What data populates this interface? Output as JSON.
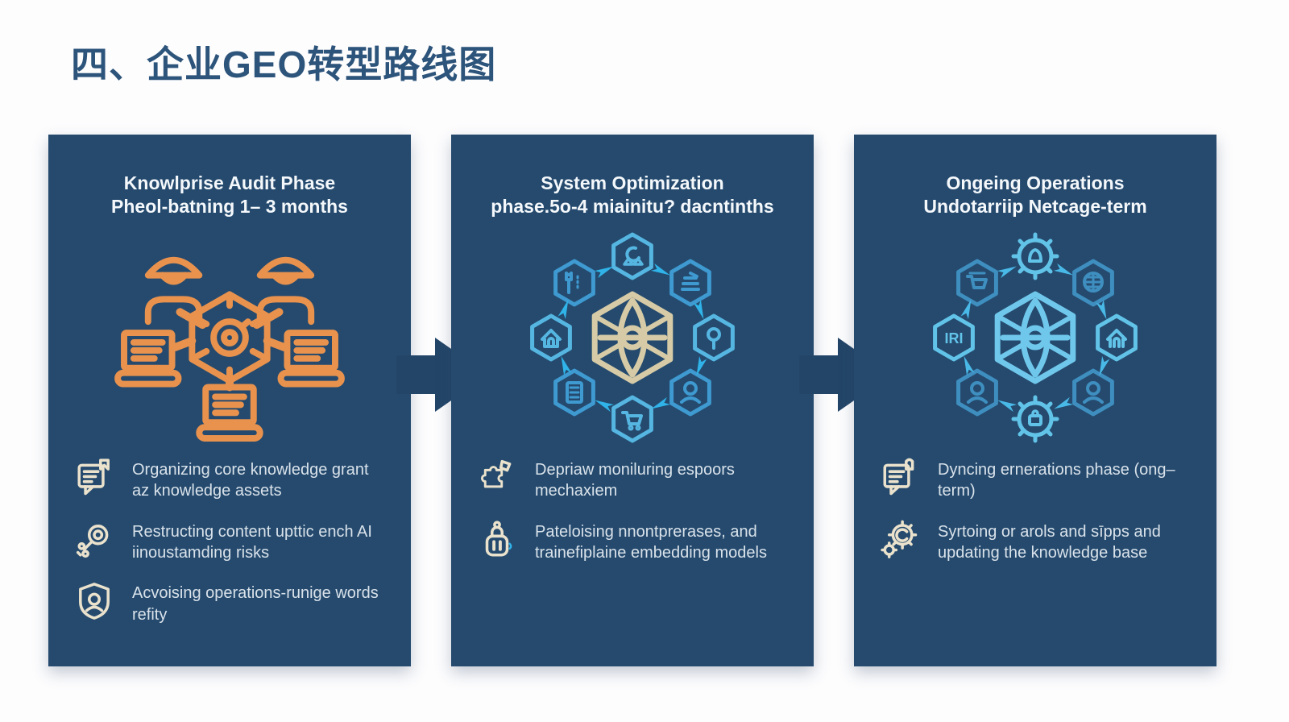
{
  "title": "四、企业GEO转型路线图",
  "colors": {
    "background": "#fdfdfe",
    "panel": "#254a6e",
    "title_text": "#2d547a",
    "heading_text": "#f4f8fb",
    "bullet_text": "#d9e2ea",
    "accent_orange": "#e8924e",
    "accent_cream": "#eae2cc",
    "accent_tan": "#d6cba6",
    "accent_blue": "#3e9ad0",
    "accent_cyan": "#2fb3e8",
    "accent_lightblue": "#62c3e8"
  },
  "panels": [
    {
      "heading_line1": "Knowlprise Audit Phase",
      "heading_line2": "Pheol-batning 1– 3 months",
      "graphic": "team-collaboration-network",
      "bullets": [
        {
          "icon": "document-checklist-icon",
          "text": "Organizing core knowledge grant az knowledge assets"
        },
        {
          "icon": "magnifier-gear-icon",
          "text": "Restructing content upttic ench AI iinoustamding risks"
        },
        {
          "icon": "shield-person-icon",
          "text": "Acvoising operations-runige words refity"
        }
      ]
    },
    {
      "heading_line1": "System Optimization",
      "heading_line2": "phase.5o-4 miainitu? dacntinths",
      "graphic": "hexagon-ecosystem-ring",
      "bullets": [
        {
          "icon": "puzzle-pieces-icon",
          "text": "Depriaw moniluring espoors mechaxiem"
        },
        {
          "icon": "lock-pause-icon",
          "text": "Pateloising nnontprerases, and trainefiplaine embedding models"
        }
      ]
    },
    {
      "heading_line1": "Ongeing Operations",
      "heading_line2": "Undotarriip Netcage-term",
      "graphic": "hexagon-gear-ring",
      "hex_label": "IRI",
      "bullets": [
        {
          "icon": "document-pen-icon",
          "text": "Dyncing ernerations phase (ong–term)"
        },
        {
          "icon": "gear-sync-icon",
          "text": "Syrtoing or arols and sīpps and updating the knowledge base"
        }
      ]
    }
  ]
}
